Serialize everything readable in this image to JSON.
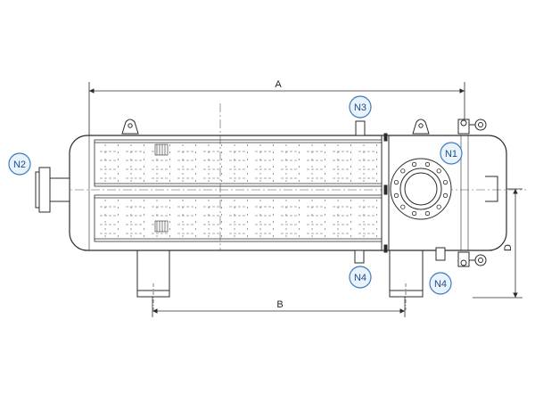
{
  "drawing": {
    "dimensions": {
      "overall_length_label": "A",
      "support_spacing_label": "B",
      "height_label": "D"
    },
    "nozzles": {
      "n1": "N1",
      "n2": "N2",
      "n3": "N3",
      "n4_left": "N4",
      "n4_right": "N4"
    },
    "colors": {
      "line": "#2b2b2b",
      "nozzle_tag_stroke": "#3a7bbf",
      "nozzle_tag_text": "#1a4f8a",
      "nozzle_tag_fill": "#eaf2fb",
      "center_line": "#555555"
    }
  }
}
